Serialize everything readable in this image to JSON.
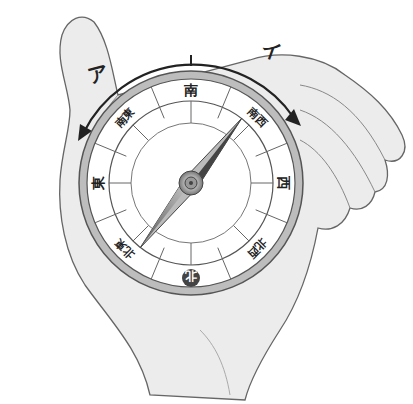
{
  "diagram": {
    "labels": [
      "ア",
      "イ",
      "南",
      "南西",
      "西",
      "北西",
      "北",
      "北東",
      "東",
      "南東"
    ]
  }
}
